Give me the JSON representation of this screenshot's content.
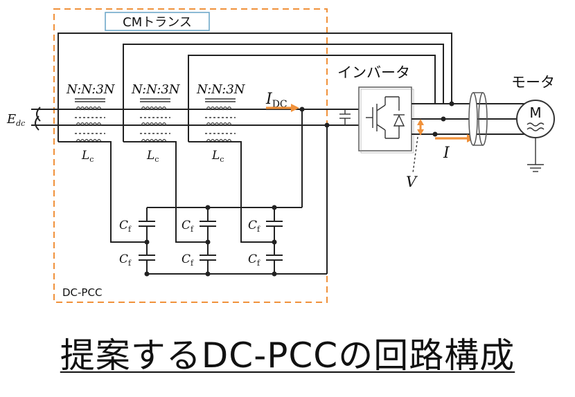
{
  "labels": {
    "cm_transformer": "CMトランス",
    "inverter": "インバータ",
    "motor": "モータ",
    "motor_symbol": "M",
    "turns_ratio": "N:N:3N",
    "source": "E",
    "source_sub": "dc",
    "current_dc": "I",
    "current_dc_sub": "DC",
    "current": "I",
    "voltage": "V",
    "inductor": "L",
    "inductor_sub": "c",
    "capacitor": "C",
    "capacitor_sub": "f",
    "block": "DC-PCC"
  },
  "caption": "提案するDC-PCCの回路構成",
  "colors": {
    "accent": "#f0913a",
    "cm_box_border": "#6fa8c9",
    "wire": "#222222"
  }
}
